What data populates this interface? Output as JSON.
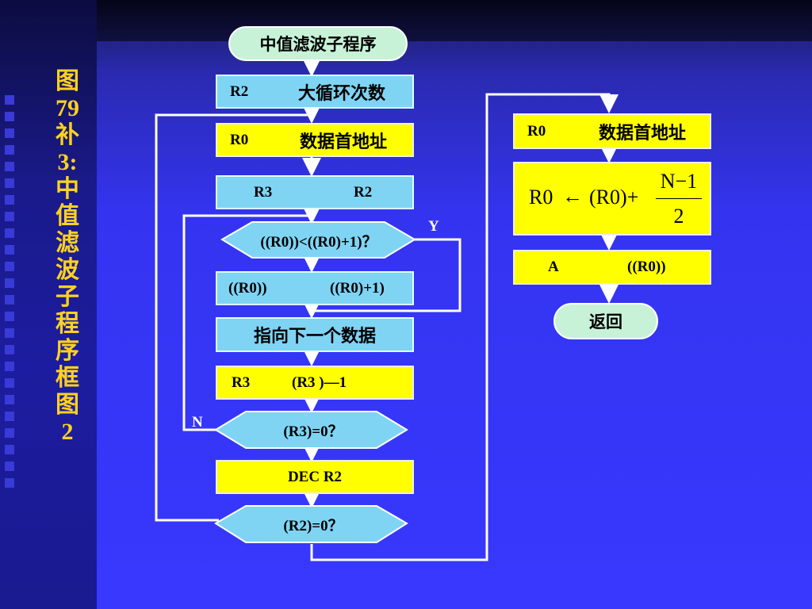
{
  "side_title": [
    "图",
    "79",
    "补",
    "3:",
    "中",
    "值",
    "滤",
    "波",
    "子",
    "程",
    "序",
    "框",
    "图",
    "2"
  ],
  "start_label": "中值滤波子程序",
  "box_r2_left": "R2",
  "box_r2_right": "大循环次数",
  "box_r0_left": "R0",
  "box_r0_right": "数据首地址",
  "box_r3_left": "R3",
  "box_r3_right": "R2",
  "decision_compare": "((R0))<((R0)+1)？",
  "swap_left": "((R0))",
  "swap_right": "((R0)+1)",
  "next_data": "指向下一个数据",
  "dec_r3_left": "R3",
  "dec_r3_right": "(R3 )—1",
  "decision_r3": "(R3)=0？",
  "dec_r2": "DEC R2",
  "decision_r2": "(R2)=0？",
  "label_y": "Y",
  "label_n": "N",
  "right_r0_left": "R0",
  "right_r0_right": "数据首地址",
  "formula_left": "R0",
  "formula_arrow": "←",
  "formula_mid": "(R0)+",
  "formula_num": "N−1",
  "formula_den": "2",
  "box_a_left": "A",
  "box_a_right": "((R0))",
  "end_label": "返回",
  "colors": {
    "blue_box": "#7fd4f4",
    "yellow_box": "#ffff00",
    "oval": "#c8f2d8",
    "title": "#ffd21e",
    "background": "#3838ff"
  }
}
